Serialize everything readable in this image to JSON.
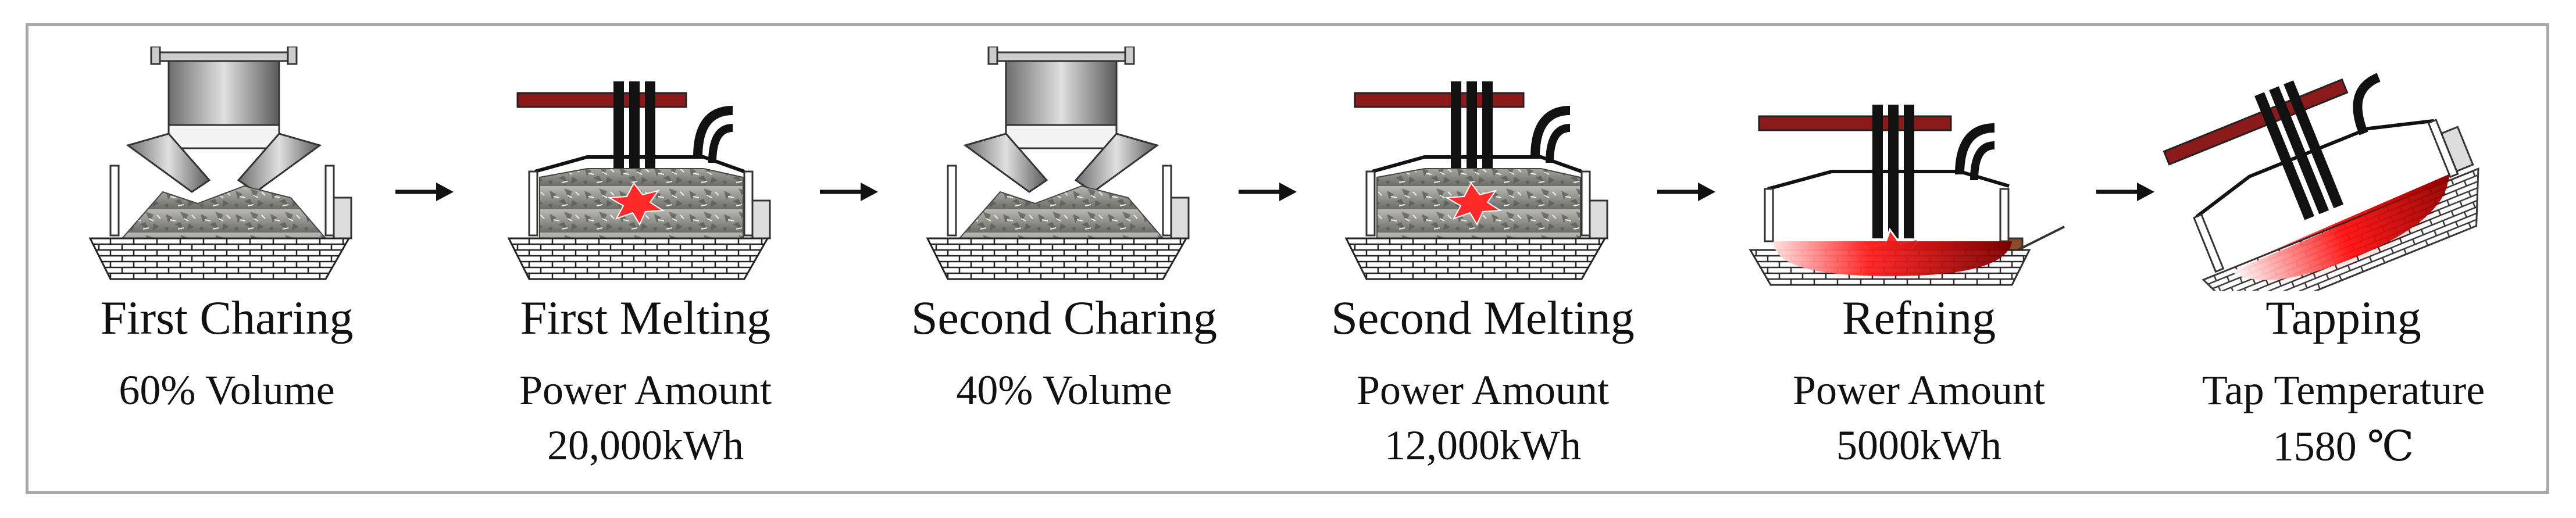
{
  "stages": [
    {
      "title": "First Charing",
      "line1": "60% Volume",
      "line2": ""
    },
    {
      "title": "First Melting",
      "line1": "Power Amount",
      "line2": "20,000kWh"
    },
    {
      "title": "Second Charing",
      "line1": "40% Volume",
      "line2": ""
    },
    {
      "title": "Second Melting",
      "line1": "Power Amount",
      "line2": "12,000kWh"
    },
    {
      "title": "Refning",
      "line1": "Power Amount",
      "line2": "5000kWh"
    },
    {
      "title": "Tapping",
      "line1": "Tap Temperature",
      "line2": "1580 ℃"
    }
  ],
  "colors": {
    "frame": "#a8a8a8",
    "electrode": "#111111",
    "roof_bar": "#8b1a1a",
    "melt": "#e8161b",
    "spark": "#ff2a2a",
    "scrap": "#8a8a8a",
    "brick": "#222222"
  }
}
